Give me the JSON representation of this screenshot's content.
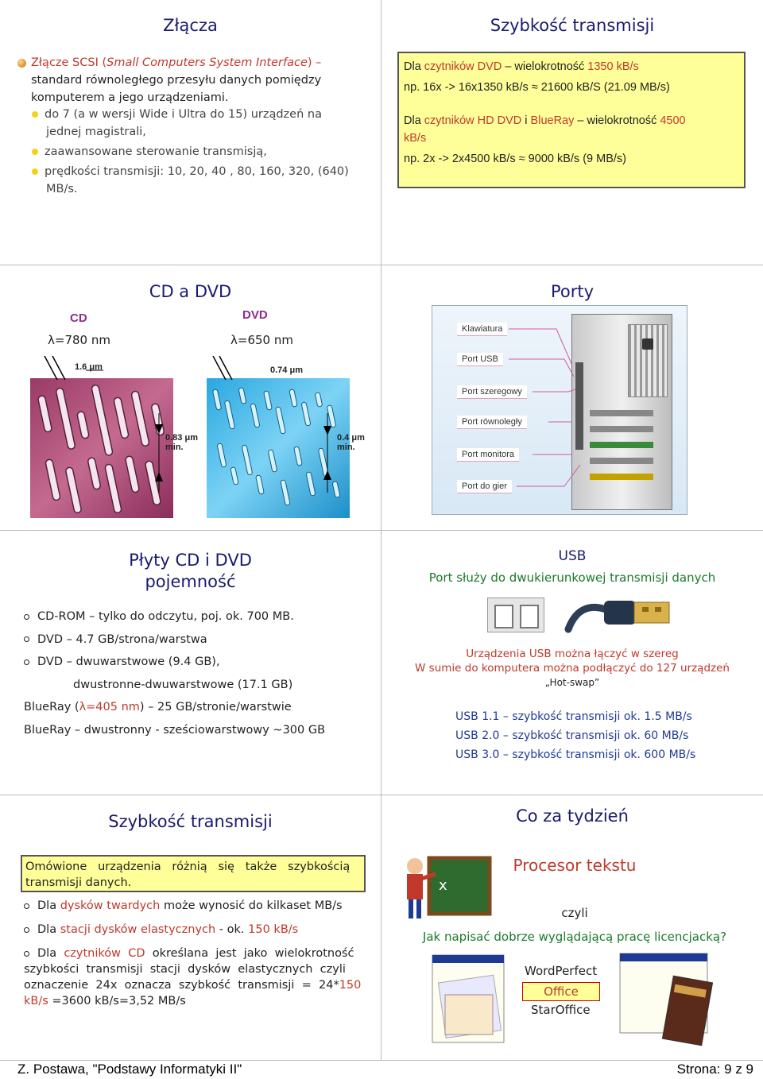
{
  "s1": {
    "title": "Złącza",
    "intro_a": "Złącze SCSI (",
    "intro_italic": "Small Computers System Interface",
    "intro_b": ") –",
    "intro_line2": "standard równoległego przesyłu danych pomiędzy",
    "intro_line3": "komputerem a jego urządzeniami.",
    "b1_l1": "do 7 (a w wersji Wide i Ultra do 15) urządzeń na",
    "b1_l2": "jednej magistrali,",
    "b2": "zaawansowane sterowanie transmisją,",
    "b3_l1": "prędkości transmisji: 10, 20, 40 , 80, 160, 320, (640)",
    "b3_l2": "MB/s."
  },
  "s2": {
    "title": "Szybkość transmisji",
    "l1_a": "Dla ",
    "l1_b": "czytników DVD",
    "l1_c": " – wielokrotność ",
    "l1_d": "1350 kB/s",
    "l2_a": "np. 16x  -> 16x1350 kB/s ",
    "l2_approx": "≈",
    "l2_b": " 21600 kB/S (21.09 MB/s)",
    "l3_a": "Dla ",
    "l3_b": "czytników HD DVD",
    "l3_c": " i ",
    "l3_d": "BlueRay",
    "l3_e": " – wielokrotność ",
    "l3_f": "4500",
    "l3_g": "kB/s",
    "l4_a": "np. 2x -> 2x4500 kB/s ",
    "l4_approx": "≈",
    "l4_b": " 9000 kB/s (9 MB/s)"
  },
  "s3": {
    "title": "CD a DVD",
    "cd_label": "CD",
    "dvd_label": "DVD",
    "cd_lambda": "λ=780 nm",
    "dvd_lambda": "λ=650 nm",
    "cd_pit": "1.6 μm",
    "dvd_pit": "0.74 μm",
    "cd_min": "0.83 μm",
    "cd_min2": "min.",
    "dvd_min": "0.4 μm",
    "dvd_min2": "min."
  },
  "s4": {
    "title": "Porty",
    "ports": [
      "Klawiatura",
      "Port USB",
      "Port szeregowy",
      "Port równoległy",
      "Port monitora",
      "Port do gier"
    ]
  },
  "s5": {
    "title_l1": "Płyty CD i DVD",
    "title_l2": "pojemność",
    "i1": "CD-ROM – tylko do odczytu, poj. ok. 700 MB.",
    "i2": "DVD – 4.7 GB/strona/warstwa",
    "i3": "DVD – dwuwarstwowe (9.4 GB),",
    "i3b": "dwustronne-dwuwarstwowe (17.1 GB)",
    "i4_a": "BlueRay (",
    "i4_lambda": "λ=405 nm",
    "i4_b": ") – 25 GB/stronie/warstwie",
    "i5": "BlueRay – dwustronny - sześciowarstwowy ~300 GB"
  },
  "s6": {
    "title": "USB",
    "subtitle": "Port służy do dwukierunkowej transmisji danych",
    "l1": "Urządzenia USB można łączyć w szereg",
    "l2": "W sumie do komputera można podłączyć do 127 urządzeń",
    "hotswap": "„Hot-swap”",
    "u1": "USB 1.1 – szybkość transmisji ok. 1.5 MB/s",
    "u2": "USB 2.0 – szybkość transmisji ok. 60  MB/s",
    "u3": "USB 3.0 – szybkość transmisji ok. 600  MB/s"
  },
  "s7": {
    "title": "Szybkość transmisji",
    "box_l1": "Omówione   urządzenia   różnią   się   także   szybkością",
    "box_l2": "transmisji danych.",
    "b1_a": "Dla ",
    "b1_b": "dysków twardych",
    "b1_c": " może wynosić do kilkaset MB/s",
    "b2_a": "Dla ",
    "b2_b": "stacji dysków elastycznych",
    "b2_c": "  - ok. ",
    "b2_d": "150 kB/s",
    "b3_a": "Dla  ",
    "b3_b": "czytników  CD",
    "b3_c": "  określana  jest  jako  wielokrotność",
    "b3_l2": "szybkości  transmisji  stacji  dysków  elastycznych  czyli",
    "b3_l3_a": "oznaczenie  24x  oznacza  szybkość  transmisji  =  24*",
    "b3_l3_b": "150",
    "b3_l4_a": "kB/s",
    "b3_l4_b": " =3600 kB/s=3,52 MB/s"
  },
  "s8": {
    "title": "Co za tydzień",
    "subtitle": "Procesor tekstu",
    "czyli": "czyli",
    "question": "Jak napisać dobrze wyglądającą pracę licencjacką?",
    "p1": "WordPerfect",
    "p2": "Office",
    "p3": "StarOffice"
  },
  "footer": {
    "left": "Z. Postawa, \"Podstawy Informatyki II\"",
    "right": "Strona: 9 z 9"
  },
  "colors": {
    "title": "#1a1a70",
    "red": "#c0392b",
    "green": "#1b7a2a",
    "blue": "#1f3a93",
    "highlight": "#ffff99"
  }
}
